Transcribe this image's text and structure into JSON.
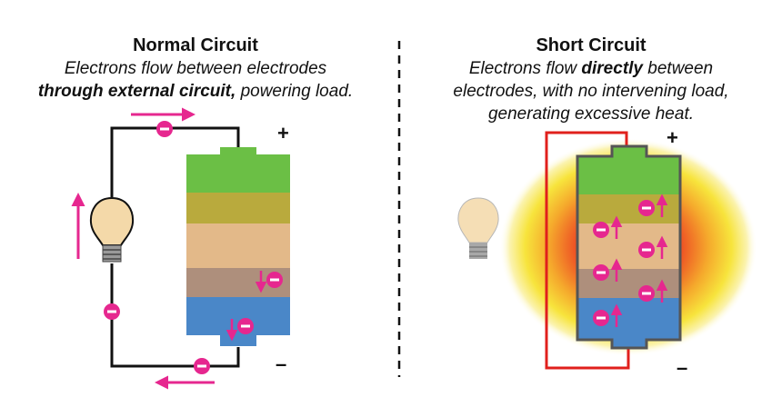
{
  "normal": {
    "title": "Normal Circuit",
    "line1": "Electrons flow between electrodes",
    "line2_bold": "through external circuit,",
    "line2_rest": " powering load.",
    "plus": "+",
    "minus": "–"
  },
  "short": {
    "title": "Short Circuit",
    "line1_start": "Electrons flow ",
    "line1_bold": "directly",
    "line1_end": " between",
    "line2": "electrodes, with no intervening load,",
    "line3": "generating excessive heat.",
    "plus": "+",
    "minus": "–"
  },
  "colors": {
    "electron": "#e6278f",
    "layer_green": "#6bbf45",
    "layer_olive": "#b9aa3d",
    "layer_tan": "#e3b989",
    "layer_brown": "#ae8f7c",
    "layer_blue": "#4a87c8",
    "short_wire": "#e0201c",
    "wire": "#111111",
    "heat": "#f5e23a"
  }
}
